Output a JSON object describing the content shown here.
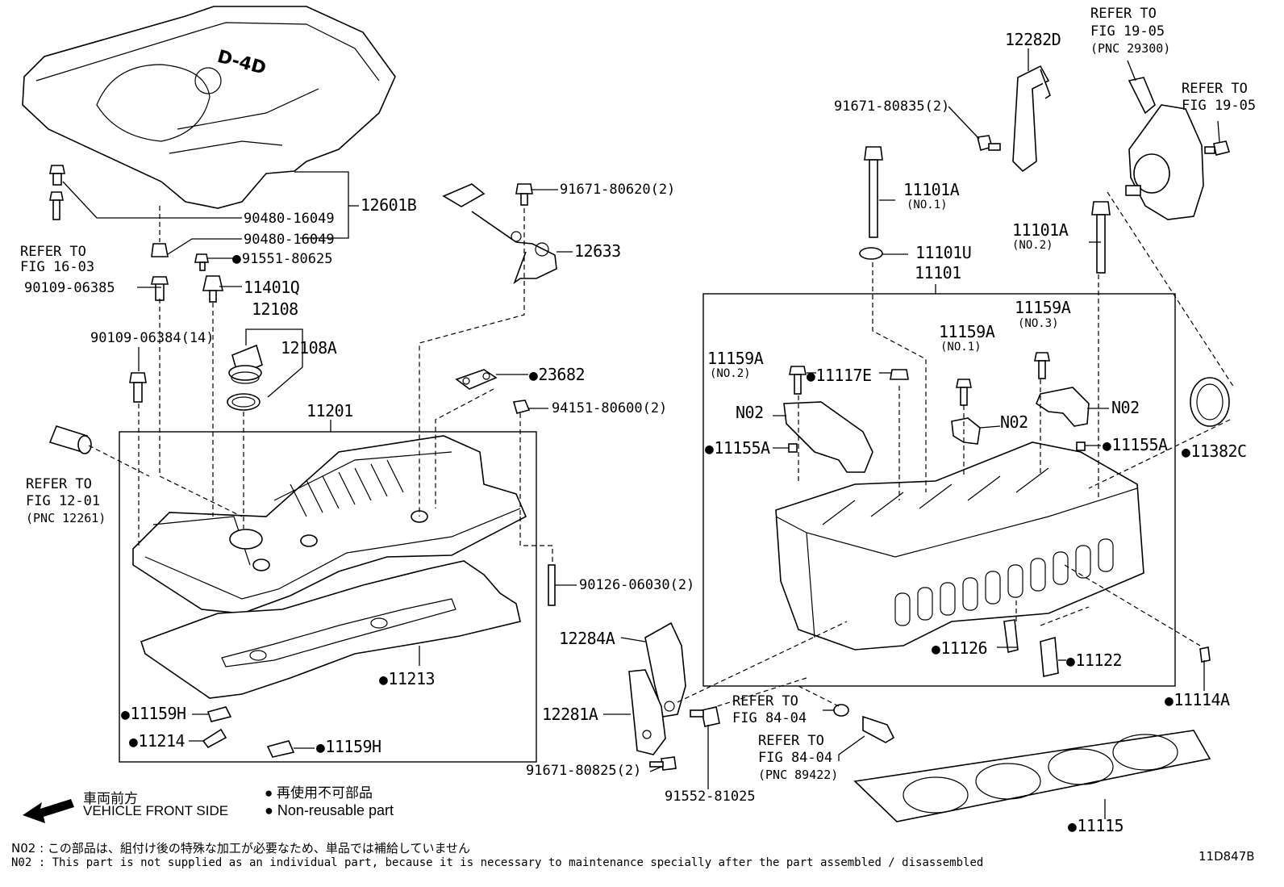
{
  "diagram_id": "11D847B",
  "callouts": {
    "p12601B": "12601B",
    "p90480_a": "90480-16049",
    "p90480_b": "90480-16049",
    "refer1603_a": "REFER TO",
    "refer1603_b": "FIG 16-03",
    "p90109_06385": "90109-06385",
    "p91551": "91551-80625",
    "p11401Q": "11401Q",
    "p12108": "12108",
    "p12108A": "12108A",
    "p90109_06384": "90109-06384(14)",
    "p91671_80620": "91671-80620(2)",
    "p12633": "12633",
    "p23682": "23682",
    "p94151": "94151-80600(2)",
    "p11201": "11201",
    "refer1201_a": "REFER TO",
    "refer1201_b": "FIG 12-01",
    "refer1201_c": "(PNC 12261)",
    "p90126": "90126-06030(2)",
    "p11213": "11213",
    "p11159H_a": "11159H",
    "p11214": "11214",
    "p11159H_b": "11159H",
    "p12284A": "12284A",
    "p12281A": "12281A",
    "p91671_80825": "91671-80825(2)",
    "p91552": "91552-81025",
    "p12282D": "12282D",
    "p91671_80835": "91671-80835(2)",
    "refer1905_a1": "REFER TO",
    "refer1905_a2": "FIG 19-05",
    "refer1905_a3": "(PNC 29300)",
    "refer1905_b1": "REFER TO",
    "refer1905_b2": "FIG 19-05",
    "p11101A_1": "11101A",
    "p11101A_1n": "(NO.1)",
    "p11101A_2": "11101A",
    "p11101A_2n": "(NO.2)",
    "p11101U": "11101U",
    "p11101": "11101",
    "p11159A_3": "11159A",
    "p11159A_3n": "(NO.3)",
    "p11159A_1": "11159A",
    "p11159A_1n": "(NO.1)",
    "p11159A_2": "11159A",
    "p11159A_2n": "(NO.2)",
    "p11117E": "11117E",
    "n02_a": "N02",
    "n02_b": "N02",
    "n02_c": "N02",
    "p11155A_a": "11155A",
    "p11155A_b": "11155A",
    "p11382C": "11382C",
    "p11126": "11126",
    "p11122": "11122",
    "p11114A": "11114A",
    "refer8404_a1": "REFER TO",
    "refer8404_a2": "FIG 84-04",
    "refer8404_b1": "REFER TO",
    "refer8404_b2": "FIG 84-04",
    "refer8404_b3": "(PNC 89422)",
    "p11115": "11115"
  },
  "cover_logo_text": "D-4D",
  "legend": {
    "front_jp": "車両前方",
    "front_en": "VEHICLE FRONT SIDE",
    "nonreuse_jp": "再使用不可部品",
    "nonreuse_en": "Non-reusable part"
  },
  "notes": {
    "n02_jp": "N02 : この部品は、組付け後の特殊な加工が必要なため、単品では補給していません",
    "n02_en": "N02 : This part is not supplied as an individual part, because it is necessary to maintenance specially after the part assembled / disassembled"
  }
}
